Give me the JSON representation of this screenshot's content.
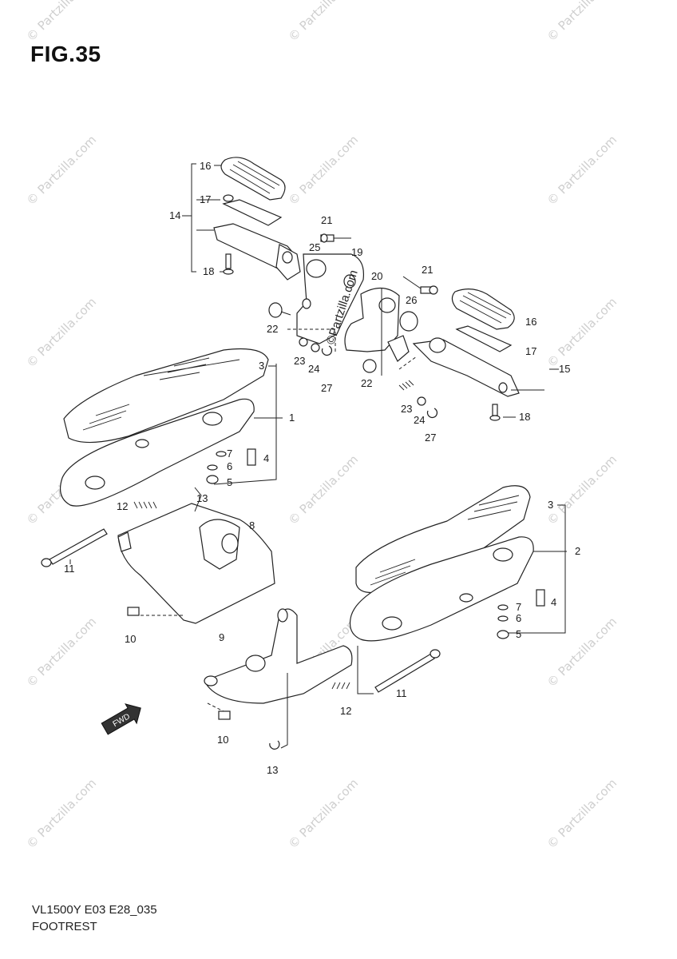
{
  "figure": {
    "title": "FIG.35",
    "model_code": "VL1500Y E03 E28_035",
    "name": "FOOTREST"
  },
  "watermark": {
    "text": "© Partzilla.com",
    "center_text": "©Partzilla.com"
  },
  "badge": {
    "label": "FWD"
  },
  "callouts": {
    "c1": "1",
    "c2": "2",
    "c3a": "3",
    "c3b": "3",
    "c4a": "4",
    "c4b": "4",
    "c5a": "5",
    "c5b": "5",
    "c6a": "6",
    "c6b": "6",
    "c7a": "7",
    "c7b": "7",
    "c8": "8",
    "c9": "9",
    "c10a": "10",
    "c10b": "10",
    "c11a": "11",
    "c11b": "11",
    "c12a": "12",
    "c12b": "12",
    "c13a": "13",
    "c13b": "13",
    "c14": "14",
    "c15": "15",
    "c16a": "16",
    "c16b": "16",
    "c17a": "17",
    "c17b": "17",
    "c18a": "18",
    "c18b": "18",
    "c19": "19",
    "c20": "20",
    "c21a": "21",
    "c21b": "21",
    "c22a": "22",
    "c22b": "22",
    "c23a": "23",
    "c23b": "23",
    "c24a": "24",
    "c24b": "24",
    "c25": "25",
    "c26": "26",
    "c27a": "27",
    "c27b": "27"
  }
}
